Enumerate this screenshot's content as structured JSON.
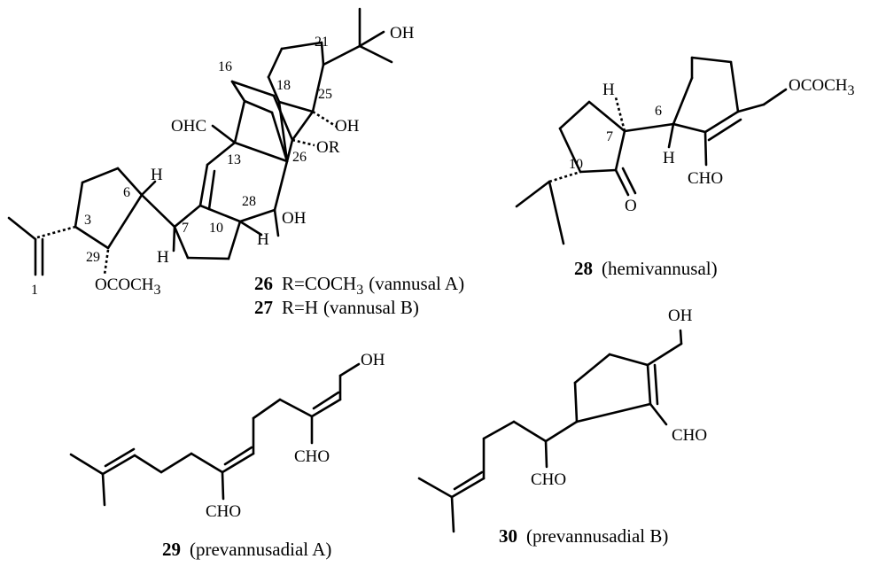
{
  "compounds": [
    {
      "number": "26",
      "r_text": "R=COCH",
      "r_sub": "3",
      "name": "(vannusal A)",
      "labels": {
        "oh21": "OH",
        "ohc": "OHC",
        "oh25": "OH",
        "or26": "OR",
        "oh28": "OH",
        "oac29": "OCOCH",
        "oac29_sub": "3",
        "h6": "H",
        "h7": "H",
        "h10": "H"
      },
      "numbering": {
        "c1": "1",
        "c3": "3",
        "c6": "6",
        "c7": "7",
        "c10": "10",
        "c13": "13",
        "c16": "16",
        "c18": "18",
        "c21": "21",
        "c25": "25",
        "c26": "26",
        "c28": "28",
        "c29": "29"
      }
    },
    {
      "number": "27",
      "r_text": "R=H",
      "name": "(vannusal B)"
    },
    {
      "number": "28",
      "name": "(hemivannusal)",
      "labels": {
        "h_top": "H",
        "h_bot": "H",
        "oac": "OCOCH",
        "oac_sub": "3",
        "cho": "CHO",
        "o": "O"
      },
      "numbering": {
        "c6": "6",
        "c7": "7",
        "c10": "10"
      }
    },
    {
      "number": "29",
      "name": "(prevannusadial A)",
      "labels": {
        "oh": "OH",
        "cho1": "CHO",
        "cho2": "CHO"
      }
    },
    {
      "number": "30",
      "name": "(prevannusadial B)",
      "labels": {
        "oh": "OH",
        "cho1": "CHO",
        "cho2": "CHO"
      }
    }
  ]
}
